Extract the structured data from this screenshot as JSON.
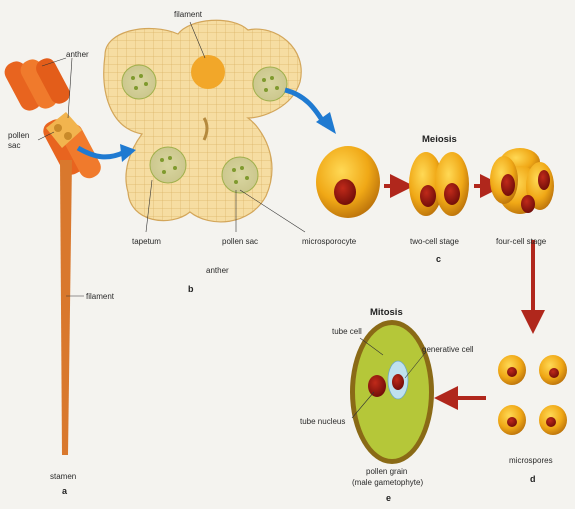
{
  "labels": {
    "anther_top": "anther",
    "pollen_sac_left_1": "pollen",
    "pollen_sac_left_2": "sac",
    "filament_top": "filament",
    "filament_stalk": "filament",
    "stamen": "stamen",
    "tapetum": "tapetum",
    "pollen_sac_cross": "pollen sac",
    "anther_cross": "anther",
    "microsporocyte": "microsporocyte",
    "meiosis_heading": "Meiosis",
    "two_cell_stage": "two-cell stage",
    "four_cell_stage": "four-cell stage",
    "microspores": "microspores",
    "mitosis_heading": "Mitosis",
    "tube_cell": "tube cell",
    "generative_cell": "generative cell",
    "tube_nucleus": "tube nucleus",
    "pollen_grain_1": "pollen grain",
    "pollen_grain_2": "(male gametophyte)"
  },
  "panel_letters": {
    "a": "a",
    "b": "b",
    "c": "c",
    "d": "d",
    "e": "e"
  },
  "colors": {
    "background": "#f4f3ef",
    "anther_orange": "#e8641f",
    "filament_orange": "#d9782d",
    "tissue": "#f5d79a",
    "tissue_line": "#d7ae63",
    "cell_gold": "#f0a816",
    "nucleus_red": "#8c1410",
    "blue_arrow": "#1f7ad1",
    "red_arrow": "#b0271c",
    "pollen_wall": "#8a6a16",
    "pollen_green": "#b5c739"
  }
}
